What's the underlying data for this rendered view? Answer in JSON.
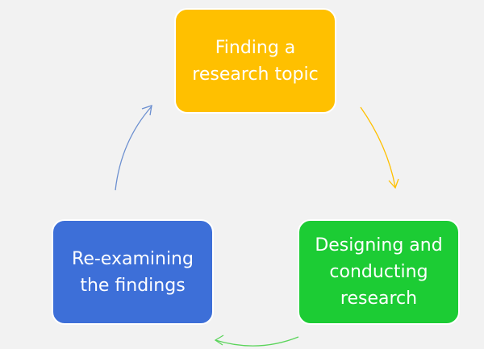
{
  "nodes": {
    "top": {
      "label": "Finding a\nresearch topic",
      "color": "#ffc000"
    },
    "right": {
      "label": "Designing and\nconducting\nresearch",
      "color": "#1ccc34"
    },
    "left": {
      "label": "Re-examining\nthe findings",
      "color": "#3d6fd8"
    }
  },
  "arrows": {
    "top_to_right": {
      "color": "#ffc000"
    },
    "right_to_left": {
      "color": "#5ad45a"
    },
    "left_to_top": {
      "color": "#6b8fd0"
    }
  }
}
